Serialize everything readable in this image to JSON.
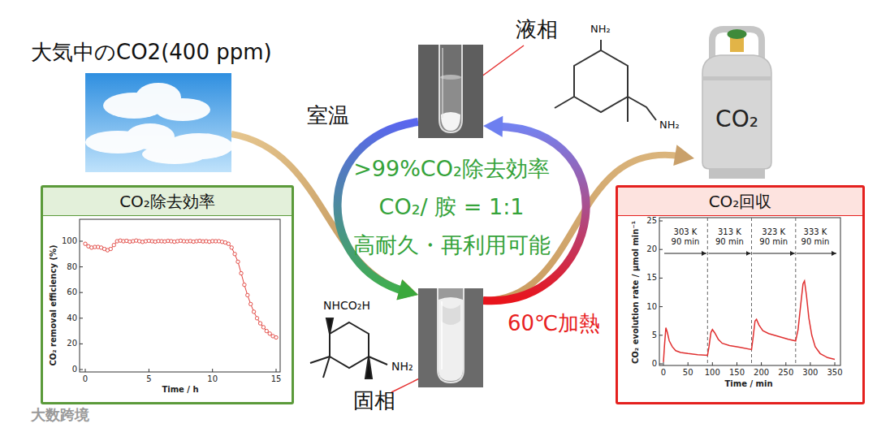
{
  "diagram": {
    "nodes": [
      {
        "text": [
          "大気中のCO2(400 ppm)"
        ]
      },
      {
        "text": [
          "液相"
        ]
      },
      {
        "text": [
          "固相"
        ]
      },
      {
        "text": [
          "CO₂"
        ]
      },
      {
        "text": [
          "CO₂除去効率"
        ]
      },
      {
        "text": [
          "CO₂回収"
        ]
      }
    ],
    "edges": [
      {
        "from": 0,
        "to": 2,
        "arrow": "to"
      },
      {
        "from": 2,
        "to": 3,
        "arrow": "to"
      },
      {
        "from": 1,
        "to": 2,
        "arrow": "to",
        "label": "室温"
      },
      {
        "from": 2,
        "to": 1,
        "arrow": "to",
        "label": "60℃加熱"
      }
    ],
    "labels": [
      "NH₂",
      "NH₂",
      ">99%CO₂除去効率",
      "CO₂/ 胺 = 1:1",
      "高耐久・再利用可能",
      "NHCO₂H",
      "NH₂",
      "100",
      "80",
      "60",
      "40",
      "20",
      "0",
      "0",
      "5",
      "10",
      "15",
      "Time / h",
      "CO₂ removal efficiency (%)",
      "25",
      "20",
      "15",
      "10",
      "5",
      "0",
      "0",
      "50",
      "100",
      "150",
      "200",
      "250",
      "300",
      "350",
      "Time / min",
      "CO₂ evolution rate / μmol min⁻¹",
      "303 K 90 min",
      "313 K 90 min",
      "323 K 90 min",
      "333 K 90 min",
      "大数跨境"
    ]
  }
}
